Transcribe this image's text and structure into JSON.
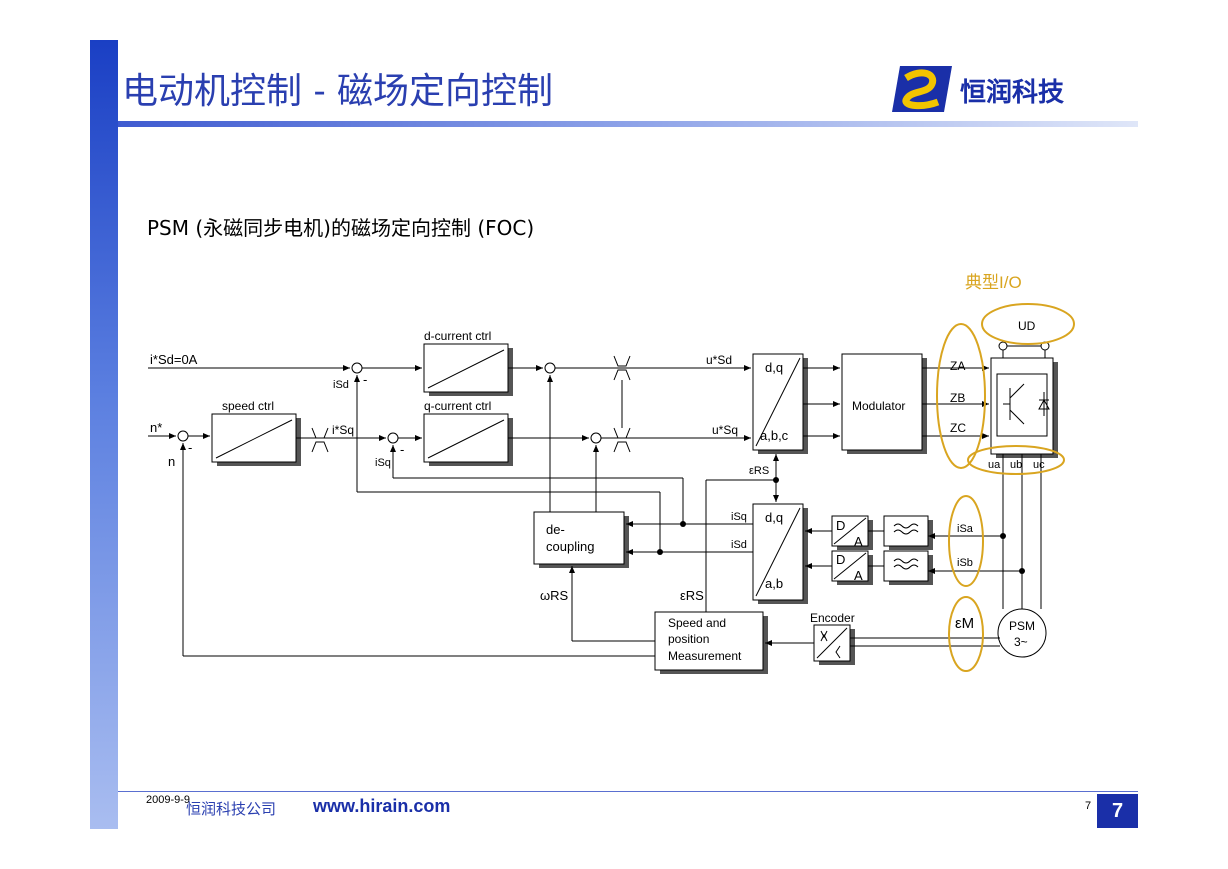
{
  "header": {
    "title": "电动机控制 - 磁场定向控制",
    "logo_text": "恒润科技",
    "accent_color": "#1a2fa8"
  },
  "subtitle": "PSM (永磁同步电机)的磁场定向控制 (FOC)",
  "diagram": {
    "typical_io_label": "典型I/O",
    "highlight_color": "#d9a520",
    "labels": {
      "isd_ref": "i*Sd=0A",
      "n_ref": "n*",
      "n": "n",
      "isd": "iSd",
      "isq": "iSq",
      "isq_ref": "i*Sq",
      "minus": "-",
      "d_ctrl": "d-current ctrl",
      "q_ctrl": "q-current ctrl",
      "speed_ctrl": "speed ctrl",
      "usd_ref": "u*Sd",
      "usq_ref": "u*Sq",
      "dq": "d,q",
      "abc": "a,b,c",
      "ab": "a,b",
      "modulator": "Modulator",
      "za": "ZA",
      "zb": "ZB",
      "zc": "ZC",
      "ud": "UD",
      "ua": "ua",
      "ub": "ub",
      "uc": "uc",
      "eps_rs_top": "εRS",
      "eps_rs": "εRS",
      "omega_rs": "ωRS",
      "decoupling_1": "de-",
      "decoupling_2": "coupling",
      "isq_fb": "iSq",
      "isd_fb": "iSd",
      "isa": "iSa",
      "isb": "iSb",
      "da_d": "D",
      "da_a": "A",
      "encoder": "Encoder",
      "eps_m": "εM",
      "psm_1": "PSM",
      "psm_2": "3~",
      "speed_meas_1": "Speed and",
      "speed_meas_2": "position",
      "speed_meas_3": "Measurement"
    }
  },
  "footer": {
    "date": "2009-9-9",
    "company": "恒润科技公司",
    "url": "www.hirain.com",
    "page_small": "7",
    "page": "7"
  }
}
